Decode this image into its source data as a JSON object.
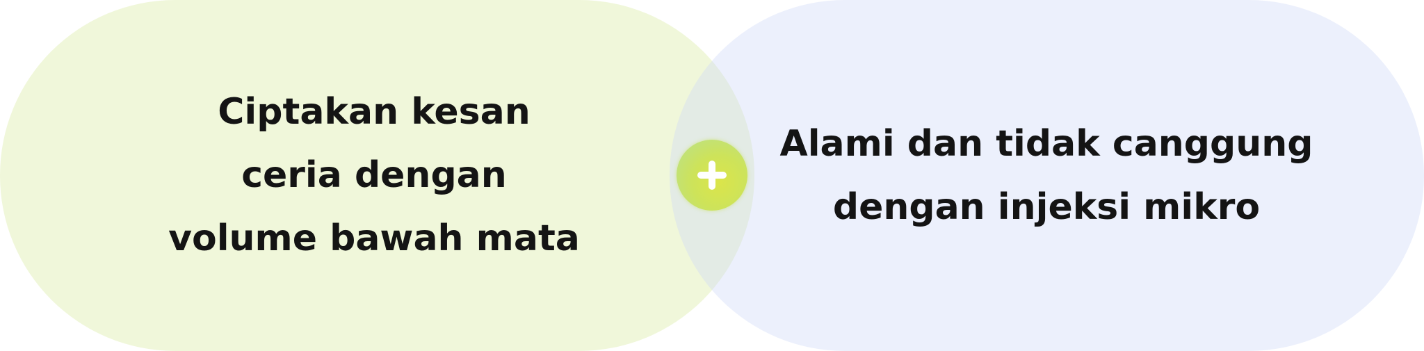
{
  "diagram": {
    "left_item": {
      "lines": [
        "Ciptakan kesan",
        "ceria dengan",
        "volume bawah mata"
      ]
    },
    "right_item": {
      "lines": [
        "Alami dan tidak canggung",
        "dengan injeksi mikro"
      ]
    },
    "connector": {
      "icon": "plus-icon"
    }
  },
  "colors": {
    "left_fill": "#f1f7da",
    "right_fill": "#ecf0fc",
    "overlap_fill": "#e5ede3",
    "badge_accent": "#d6e54e",
    "text": "#141414"
  }
}
